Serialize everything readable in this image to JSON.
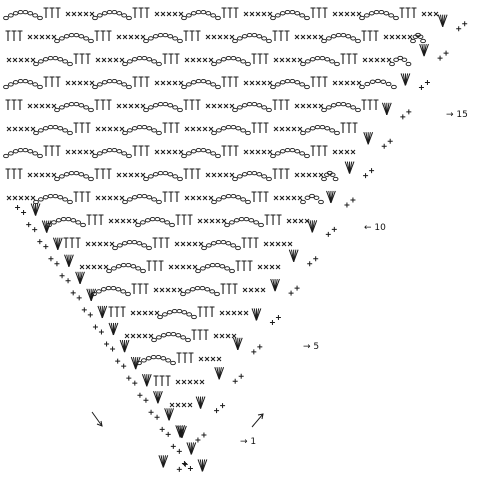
{
  "diagram": {
    "row_markers": [
      {
        "text": "→ 15"
      },
      {
        "text": "← 10"
      },
      {
        "text": "→ 5"
      },
      {
        "text": "→ 1"
      }
    ],
    "colors": {
      "ink": "#1a1a1a",
      "paper": "#ffffff"
    }
  }
}
